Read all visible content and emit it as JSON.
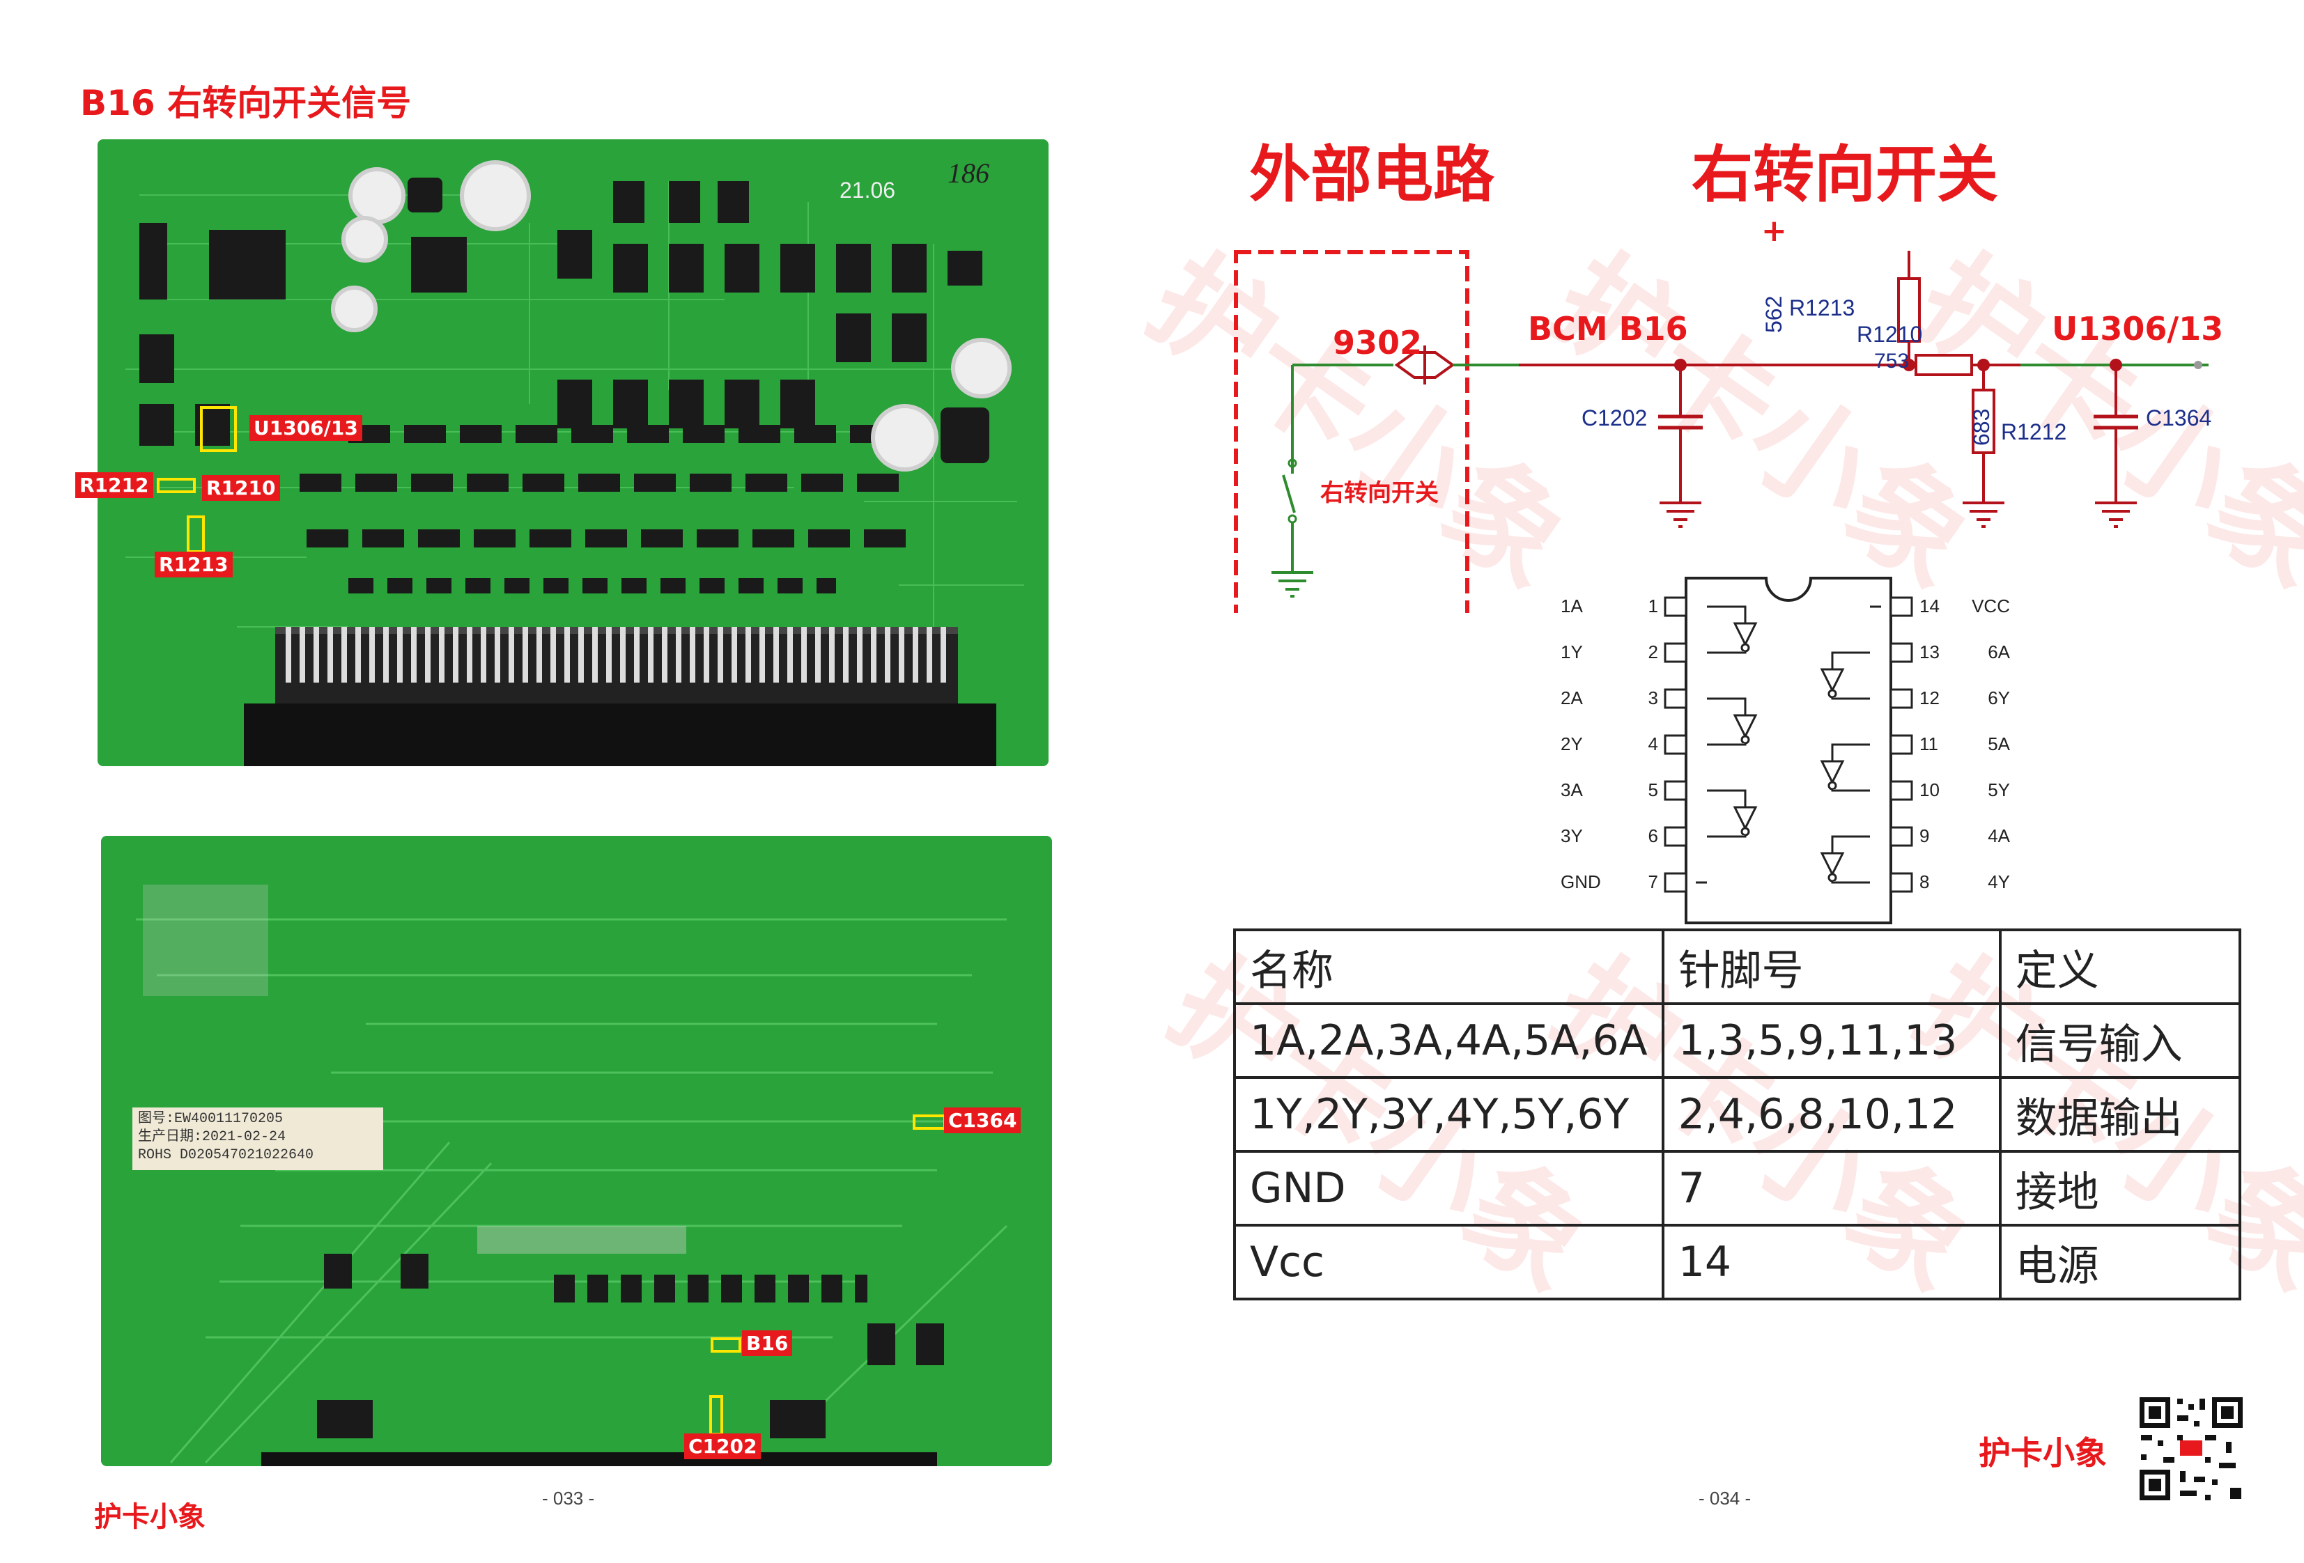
{
  "left_page": {
    "title": "B16 右转向开关信号",
    "labels": {
      "u1306": "U1306/13",
      "r1212": "R1212",
      "r1210": "R1210",
      "r1213": "R1213",
      "c1364": "C1364",
      "b16": "B16",
      "c1202": "C1202"
    },
    "board_print": {
      "line1": "图号:EW40011170205",
      "line2": "生产日期:2021-02-24",
      "line3": "ROHS D020547021022640",
      "corner_text": "186",
      "date_text": "21.06"
    },
    "page_number": "- 033 -",
    "brand": "护卡小象"
  },
  "schematic": {
    "heading_left": "外部电路",
    "heading_right": "右转向开关",
    "net_9302": "9302",
    "net_bcm": "BCM B16",
    "net_u1306": "U1306/13",
    "switch_label": "右转向开关",
    "plus": "+",
    "r1213_name": "R1213",
    "r1213_value": "562",
    "r1210_name": "R1210",
    "r1210_value": "753",
    "r1212_name": "R1212",
    "r1212_value": "683",
    "c1202_name": "C1202",
    "c1364_name": "C1364"
  },
  "ic": {
    "left_pins": [
      {
        "name": "1A",
        "num": "1"
      },
      {
        "name": "1Y",
        "num": "2"
      },
      {
        "name": "2A",
        "num": "3"
      },
      {
        "name": "2Y",
        "num": "4"
      },
      {
        "name": "3A",
        "num": "5"
      },
      {
        "name": "3Y",
        "num": "6"
      },
      {
        "name": "GND",
        "num": "7"
      }
    ],
    "right_pins": [
      {
        "name": "VCC",
        "num": "14"
      },
      {
        "name": "6A",
        "num": "13"
      },
      {
        "name": "6Y",
        "num": "12"
      },
      {
        "name": "5A",
        "num": "11"
      },
      {
        "name": "5Y",
        "num": "10"
      },
      {
        "name": "4A",
        "num": "9"
      },
      {
        "name": "4Y",
        "num": "8"
      }
    ]
  },
  "pin_table": {
    "headers": [
      "名称",
      "针脚号",
      "定义"
    ],
    "rows": [
      [
        "1A,2A,3A,4A,5A,6A",
        "1,3,5,9,11,13",
        "信号输入"
      ],
      [
        "1Y,2Y,3Y,4Y,5Y,6Y",
        "2,4,6,8,10,12",
        "数据输出"
      ],
      [
        "GND",
        "7",
        "接地"
      ],
      [
        "Vcc",
        "14",
        "电源"
      ]
    ]
  },
  "right_page": {
    "page_number": "- 034 -",
    "brand": "护卡小象",
    "watermark": "护卡小象"
  },
  "colors": {
    "accent_red": "#e8191c",
    "pcb_green": "#2aa33a",
    "wire_green": "#2e8b2e",
    "wire_red": "#b3121a",
    "label_blue": "#1b2e8a"
  }
}
